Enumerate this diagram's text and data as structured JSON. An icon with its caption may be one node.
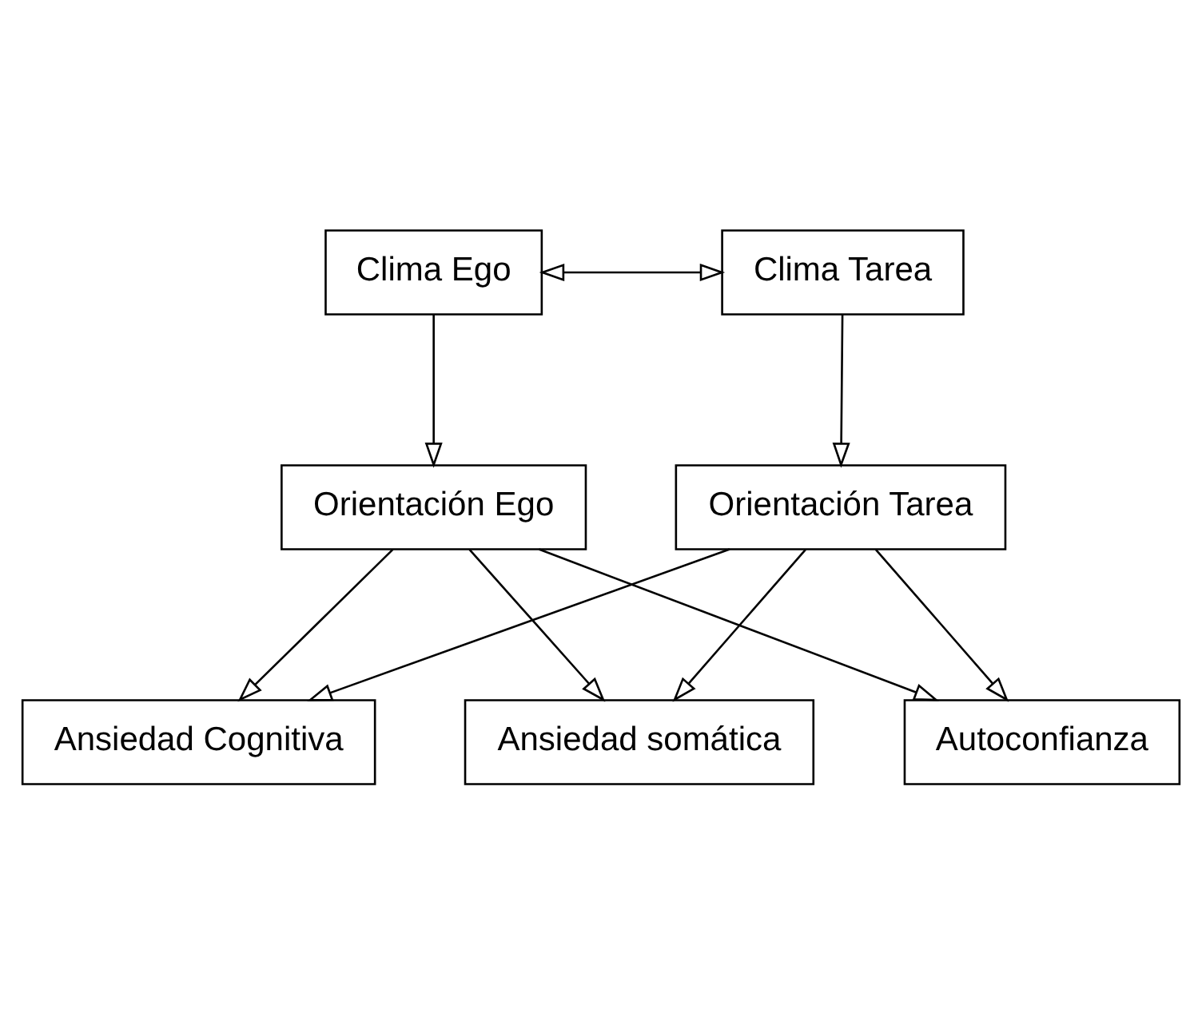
{
  "diagram": {
    "nodes": [
      {
        "text": [
          "Clima Ego"
        ]
      },
      {
        "text": [
          "Clima Tarea"
        ]
      },
      {
        "text": [
          "Orientación Ego"
        ]
      },
      {
        "text": [
          "Orientación Tarea"
        ]
      },
      {
        "text": [
          "Ansiedad Cognitiva"
        ]
      },
      {
        "text": [
          "Ansiedad somática"
        ]
      },
      {
        "text": [
          "Autoconfianza"
        ]
      }
    ],
    "edges": [
      {
        "from": 0,
        "to": 1,
        "arrow": "both"
      },
      {
        "from": 0,
        "to": 2,
        "arrow": "to"
      },
      {
        "from": 1,
        "to": 3,
        "arrow": "to"
      },
      {
        "from": 2,
        "to": 4,
        "arrow": "to"
      },
      {
        "from": 2,
        "to": 5,
        "arrow": "to"
      },
      {
        "from": 2,
        "to": 6,
        "arrow": "to"
      },
      {
        "from": 3,
        "to": 4,
        "arrow": "to"
      },
      {
        "from": 3,
        "to": 5,
        "arrow": "to"
      },
      {
        "from": 3,
        "to": 6,
        "arrow": "to"
      }
    ]
  }
}
